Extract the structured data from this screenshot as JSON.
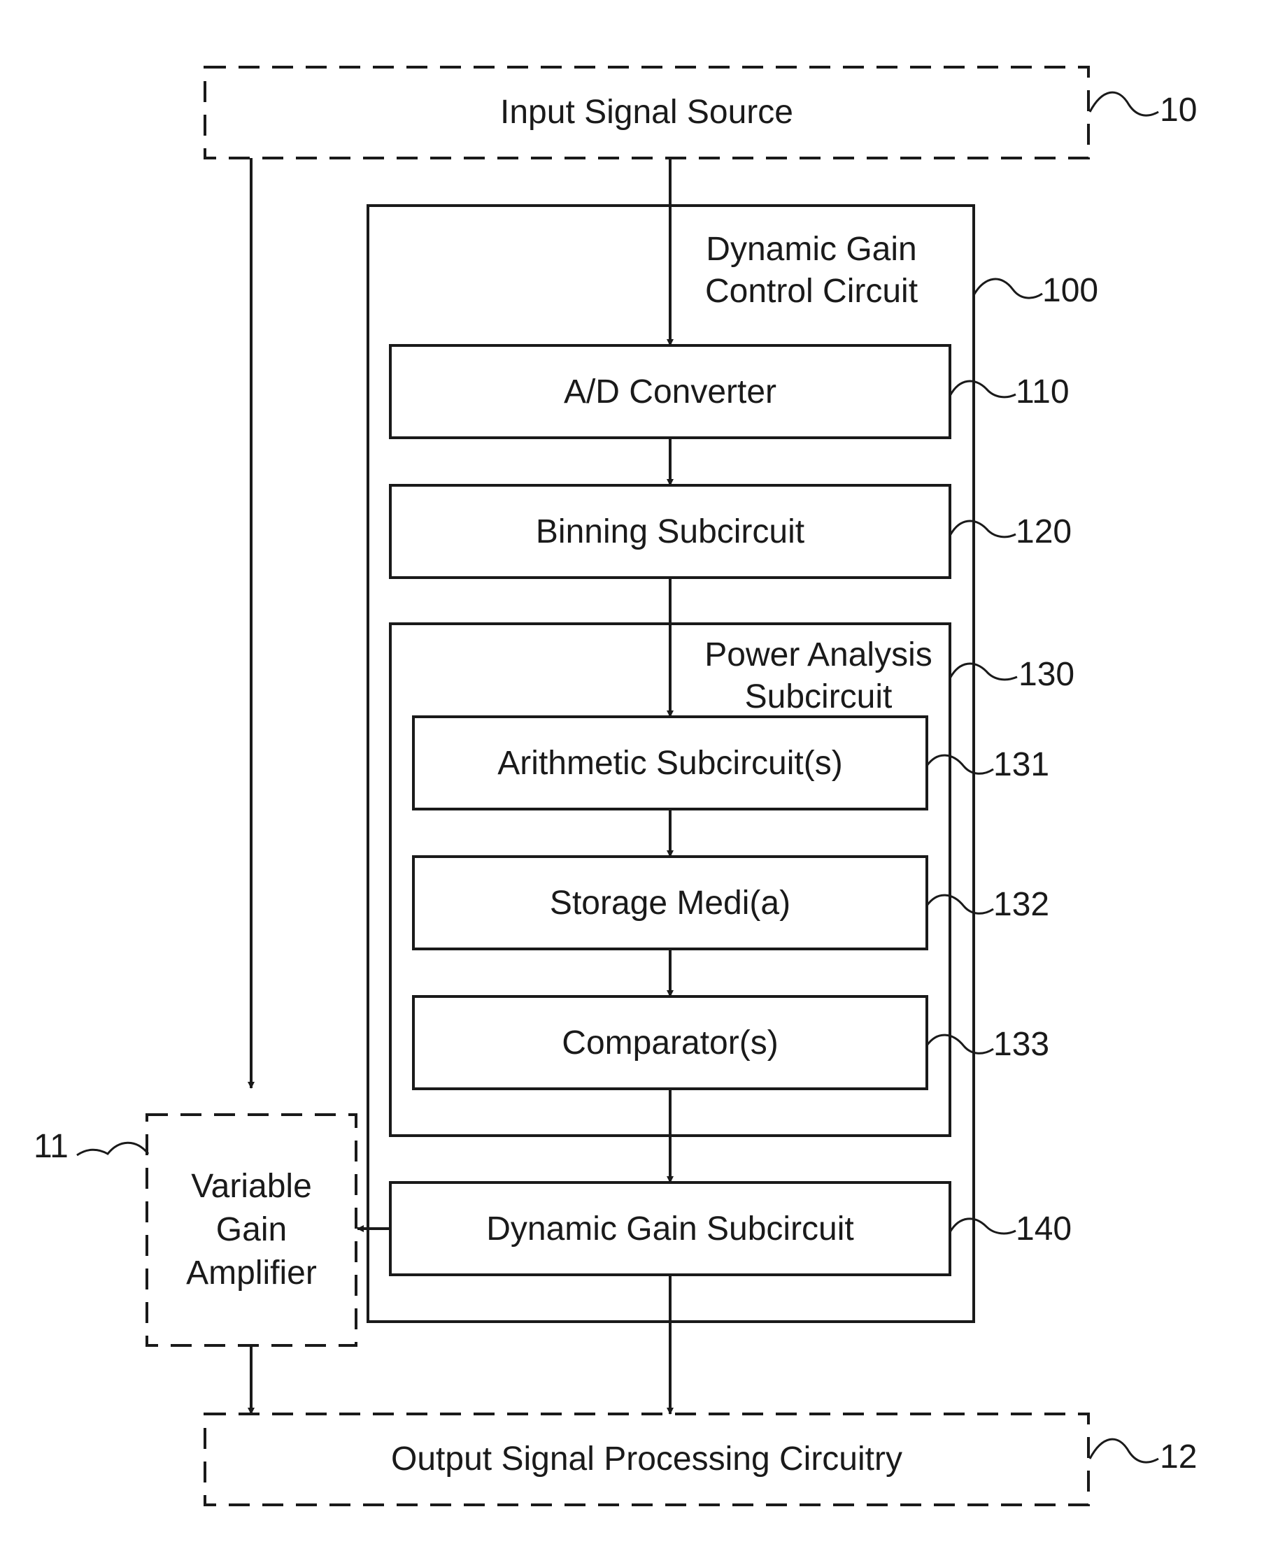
{
  "blocks": {
    "input_signal_source": {
      "label": "Input Signal Source",
      "ref": "10"
    },
    "dynamic_gain_control_circuit": {
      "label_line1": "Dynamic Gain",
      "label_line2": "Control Circuit",
      "ref": "100"
    },
    "ad_converter": {
      "label": "A/D Converter",
      "ref": "110"
    },
    "binning_subcircuit": {
      "label": "Binning Subcircuit",
      "ref": "120"
    },
    "power_analysis_subcircuit": {
      "label_line1": "Power Analysis",
      "label_line2": "Subcircuit",
      "ref": "130"
    },
    "arithmetic_subcircuits": {
      "label": "Arithmetic Subcircuit(s)",
      "ref": "131"
    },
    "storage_media": {
      "label": "Storage Medi(a)",
      "ref": "132"
    },
    "comparators": {
      "label": "Comparator(s)",
      "ref": "133"
    },
    "dynamic_gain_subcircuit": {
      "label": "Dynamic Gain Subcircuit",
      "ref": "140"
    },
    "variable_gain_amplifier": {
      "label_line1": "Variable",
      "label_line2": "Gain",
      "label_line3": "Amplifier",
      "ref": "11"
    },
    "output_signal_processing": {
      "label": "Output Signal Processing Circuitry",
      "ref": "12"
    }
  },
  "colors": {
    "stroke": "#1a1a1a",
    "background": "#ffffff"
  }
}
